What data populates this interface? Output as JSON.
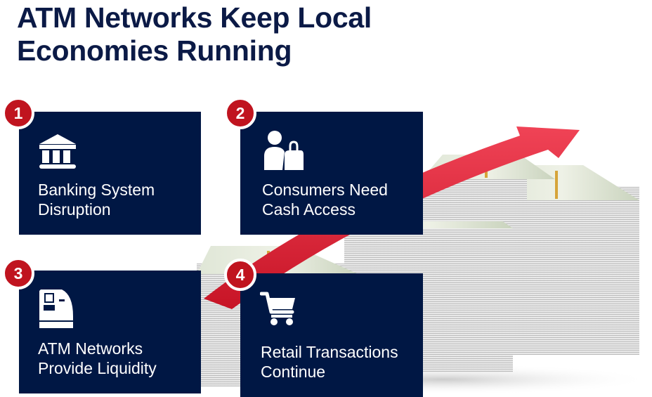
{
  "title": {
    "line1": "ATM Networks Keep Local",
    "line2": "Economies Running"
  },
  "colors": {
    "title": "#0b1a46",
    "card_bg": "#001744",
    "badge": "#c0141f",
    "arrow": "#e8283a"
  },
  "cards": [
    {
      "number": "1",
      "icon": "bank-building-icon",
      "line1": "Banking System",
      "line2": "Disruption"
    },
    {
      "number": "2",
      "icon": "consumer-shopping-bag-icon",
      "line1": "Consumers Need",
      "line2": "Cash Access"
    },
    {
      "number": "3",
      "icon": "atm-machine-icon",
      "line1": "ATM Networks",
      "line2": "Provide Liquidity"
    },
    {
      "number": "4",
      "icon": "shopping-cart-icon",
      "line1": "Retail Transactions",
      "line2": "Continue"
    }
  ],
  "illustration": "stacks-of-cash-with-rising-red-arrow"
}
